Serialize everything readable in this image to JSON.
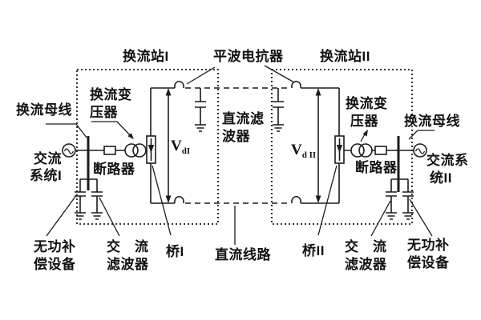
{
  "colors": {
    "ink": "#1b1b1b",
    "background": "#ffffff"
  },
  "station1": {
    "title": "换流站I",
    "bus_label": "换流母线",
    "transformer_line1": "换流变",
    "transformer_line2": "压器",
    "ac_system_line1": "交流",
    "ac_system_line2": "系统I",
    "breaker_label": "断路器",
    "bridge_label": "桥I",
    "reactive_line1": "无功补",
    "reactive_line2": "偿设备",
    "ac_filter_line1": "交　流",
    "ac_filter_line2": "滤波器",
    "voltage_symbol": "V",
    "voltage_sub": "dI"
  },
  "station2": {
    "title": "换流站II",
    "bus_label": "换流母线",
    "transformer_line1": "换流变",
    "transformer_line2": "压器",
    "ac_system_line1": "交流系",
    "ac_system_line2": "统II",
    "breaker_label": "断路器",
    "bridge_label": "桥II",
    "reactive_line1": "无功补",
    "reactive_line2": "偿设备",
    "ac_filter_line1": "交　流",
    "ac_filter_line2": "滤波器",
    "voltage_symbol": "V",
    "voltage_sub": "d II"
  },
  "shared": {
    "smoothing_reactor_label": "平波电抗器",
    "dc_filter_line1": "直流滤",
    "dc_filter_line2": "波器",
    "dc_line_label": "直流线路"
  }
}
